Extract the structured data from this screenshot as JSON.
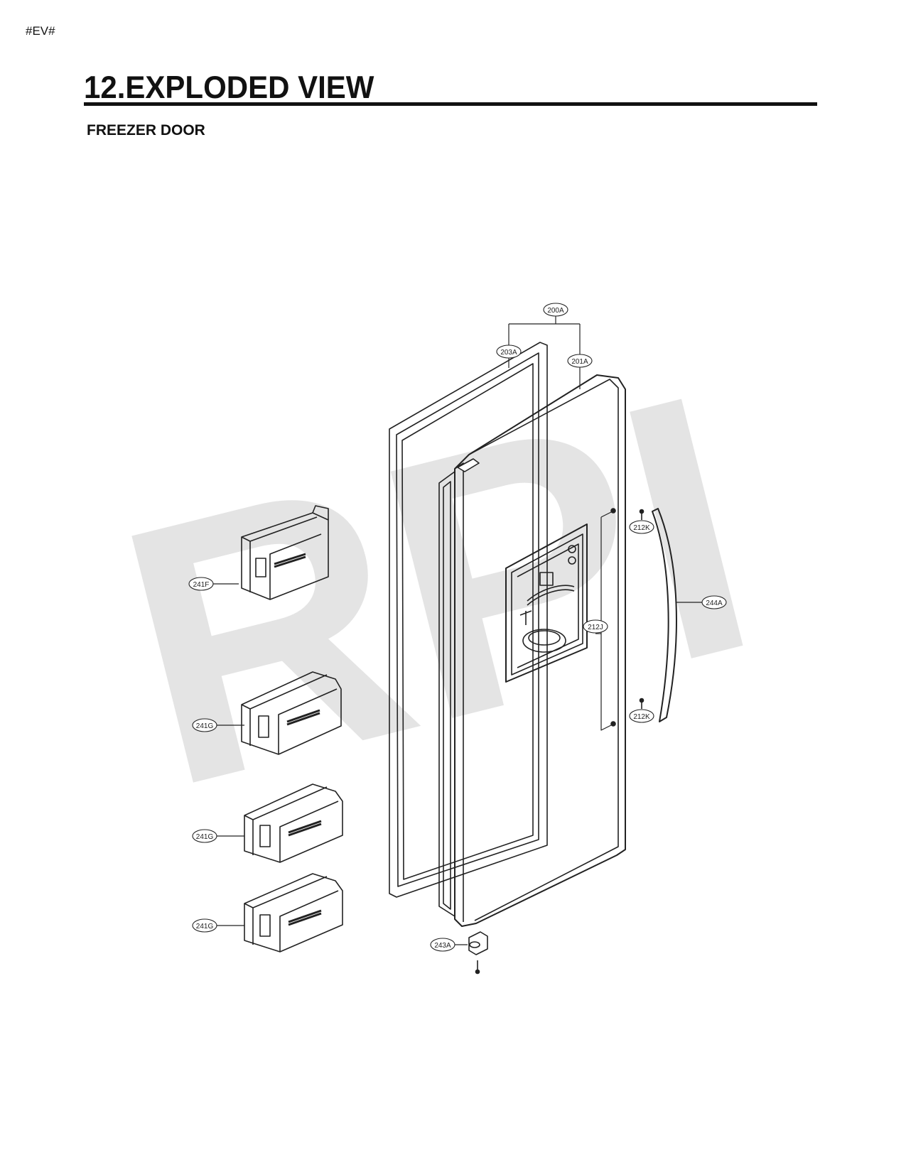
{
  "header": {
    "tag": "#EV#",
    "title": "12.EXPLODED VIEW",
    "subtitle": "FREEZER DOOR"
  },
  "watermark": "RPI",
  "colors": {
    "line": "#222222",
    "watermark": "#e6e6e6"
  },
  "parts": [
    {
      "id": "200A",
      "label": "200A"
    },
    {
      "id": "203A",
      "label": "203A"
    },
    {
      "id": "201A",
      "label": "201A"
    },
    {
      "id": "212K-top",
      "label": "212K"
    },
    {
      "id": "244A",
      "label": "244A"
    },
    {
      "id": "212J",
      "label": "212J"
    },
    {
      "id": "212K-bottom",
      "label": "212K"
    },
    {
      "id": "241F",
      "label": "241F"
    },
    {
      "id": "241G-1",
      "label": "241G"
    },
    {
      "id": "241G-2",
      "label": "241G"
    },
    {
      "id": "241G-3",
      "label": "241G"
    },
    {
      "id": "243A",
      "label": "243A"
    }
  ]
}
